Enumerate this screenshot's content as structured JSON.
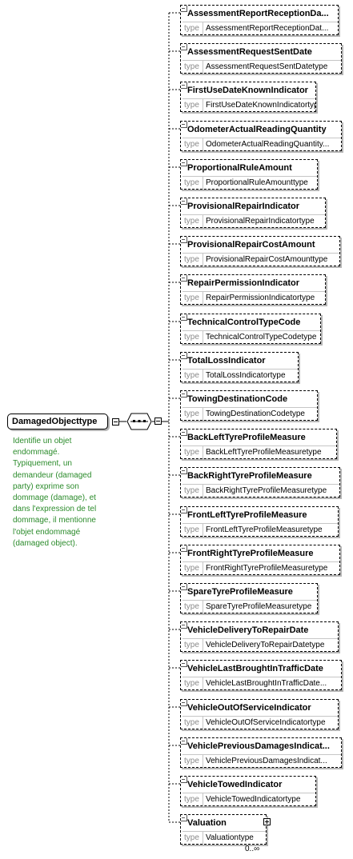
{
  "root": {
    "name": "DamagedObjecttype",
    "documentation": "Identifie un objet\nendommagé.\nTypiquement, un\ndemandeur (damaged\nparty) exprime son\ndommage (damage), et\ndans l'expression de tel\ndommage, il mentionne\nl'objet endommagé\n(damaged object)."
  },
  "type_label": "type",
  "elements": [
    {
      "name": "AssessmentReportReceptionDa...",
      "type": "AssessmentReportReceptionDat..."
    },
    {
      "name": "AssessmentRequestSentDate",
      "type": "AssessmentRequestSentDatetype"
    },
    {
      "name": "FirstUseDateKnownIndicator",
      "type": "FirstUseDateKnownIndicatortype"
    },
    {
      "name": "OdometerActualReadingQuantity",
      "type": "OdometerActualReadingQuantity..."
    },
    {
      "name": "ProportionalRuleAmount",
      "type": "ProportionalRuleAmounttype"
    },
    {
      "name": "ProvisionalRepairIndicator",
      "type": "ProvisionalRepairIndicatortype"
    },
    {
      "name": "ProvisionalRepairCostAmount",
      "type": "ProvisionalRepairCostAmounttype"
    },
    {
      "name": "RepairPermissionIndicator",
      "type": "RepairPermissionIndicatortype"
    },
    {
      "name": "TechnicalControlTypeCode",
      "type": "TechnicalControlTypeCodetype"
    },
    {
      "name": "TotalLossIndicator",
      "type": "TotalLossIndicatortype"
    },
    {
      "name": "TowingDestinationCode",
      "type": "TowingDestinationCodetype"
    },
    {
      "name": "BackLeftTyreProfileMeasure",
      "type": "BackLeftTyreProfileMeasuretype"
    },
    {
      "name": "BackRightTyreProfileMeasure",
      "type": "BackRightTyreProfileMeasuretype"
    },
    {
      "name": "FrontLeftTyreProfileMeasure",
      "type": "FrontLeftTyreProfileMeasuretype"
    },
    {
      "name": "FrontRightTyreProfileMeasure",
      "type": "FrontRightTyreProfileMeasuretype"
    },
    {
      "name": "SpareTyreProfileMeasure",
      "type": "SpareTyreProfileMeasuretype"
    },
    {
      "name": "VehicleDeliveryToRepairDate",
      "type": "VehicleDeliveryToRepairDatetype"
    },
    {
      "name": "VehicleLastBroughtInTrafficDate",
      "type": "VehicleLastBroughtInTrafficDate..."
    },
    {
      "name": "VehicleOutOfServiceIndicator",
      "type": "VehicleOutOfServiceIndicatortype"
    },
    {
      "name": "VehiclePreviousDamagesIndicat...",
      "type": "VehiclePreviousDamagesIndicat..."
    },
    {
      "name": "VehicleTowedIndicator",
      "type": "VehicleTowedIndicatortype"
    },
    {
      "name": "Valuation",
      "type": "Valuationtype",
      "cardinality": "0..∞"
    }
  ]
}
